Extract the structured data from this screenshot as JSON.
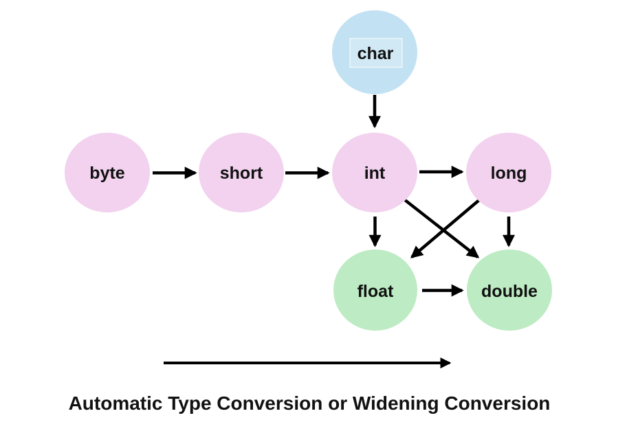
{
  "diagram": {
    "caption": "Automatic Type Conversion or Widening Conversion",
    "nodes": [
      {
        "id": "char",
        "label": "char",
        "color": "#c2e1f2"
      },
      {
        "id": "byte",
        "label": "byte",
        "color": "#f2d2ee"
      },
      {
        "id": "short",
        "label": "short",
        "color": "#f2d2ee"
      },
      {
        "id": "int",
        "label": "int",
        "color": "#f2d2ee"
      },
      {
        "id": "long",
        "label": "long",
        "color": "#f2d2ee"
      },
      {
        "id": "float",
        "label": "float",
        "color": "#bdebc3"
      },
      {
        "id": "double",
        "label": "double",
        "color": "#bdebc3"
      }
    ],
    "edges": [
      {
        "from": "byte",
        "to": "short"
      },
      {
        "from": "short",
        "to": "int"
      },
      {
        "from": "char",
        "to": "int"
      },
      {
        "from": "int",
        "to": "long"
      },
      {
        "from": "int",
        "to": "float"
      },
      {
        "from": "int",
        "to": "double"
      },
      {
        "from": "long",
        "to": "float"
      },
      {
        "from": "long",
        "to": "double"
      },
      {
        "from": "float",
        "to": "double"
      }
    ],
    "footer_arrow": {
      "direction": "right"
    },
    "colors": {
      "char_node": "#c2e1f2",
      "integer_nodes": "#f2d2ee",
      "floating_nodes": "#bdebc3",
      "arrows": "#000000",
      "label_text": "#111111",
      "background": "#ffffff"
    }
  }
}
